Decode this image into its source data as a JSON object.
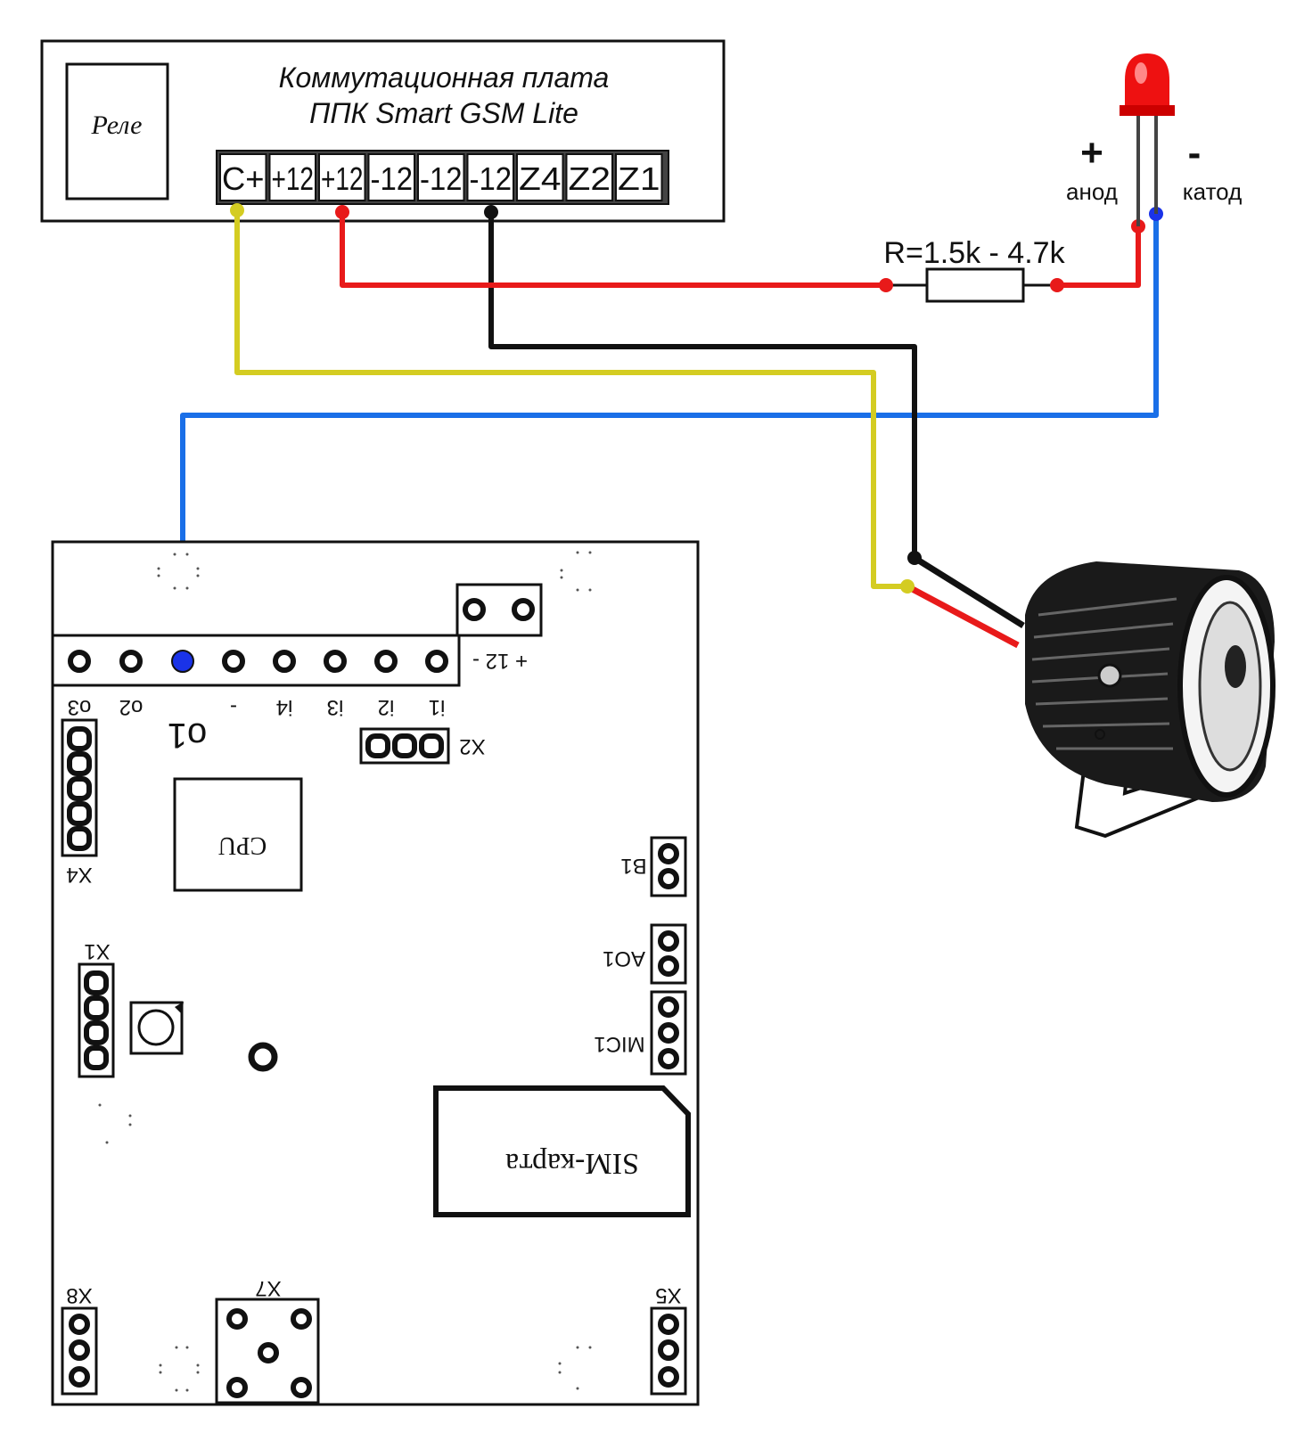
{
  "switch_board": {
    "title_line1": "Коммутационная плата",
    "title_line2": "ППК Smart GSM Lite",
    "relay_label": "Реле",
    "terminals": [
      "C+",
      "+12",
      "+12",
      "-12",
      "-12",
      "-12",
      "Z4",
      "Z2",
      "Z1"
    ]
  },
  "led": {
    "plus": "+",
    "minus": "-",
    "anode": "анод",
    "cathode": "катод"
  },
  "resistor": {
    "label": "R=1.5k - 4.7k"
  },
  "gsm_board": {
    "power_label": "+ 12 -",
    "out_labels": [
      "o3",
      "o2",
      "o1",
      "-",
      "i4",
      "i3",
      "i2",
      "i1"
    ],
    "o1_big": "o1",
    "x2": "X2",
    "x4": "X4",
    "x1": "X1",
    "cpu": "CPU",
    "b1": "B1",
    "ao1": "AO1",
    "mic1": "MIC1",
    "sim": "SIM-карта",
    "x8": "X8",
    "x7": "X7",
    "x5": "X5"
  },
  "colors": {
    "wire_yellow": "#d4cc22",
    "wire_red": "#e81a1a",
    "wire_black": "#111111",
    "wire_blue": "#1a6fe8",
    "led_red": "#ee1111"
  }
}
